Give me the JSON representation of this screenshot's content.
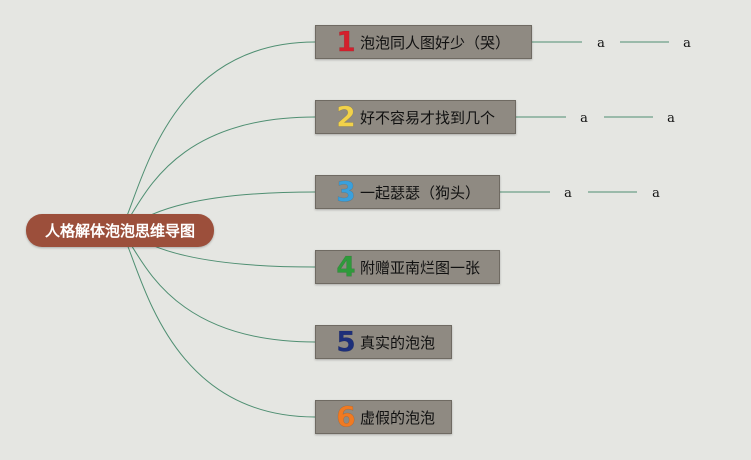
{
  "root": {
    "label": "人格解体泡泡思维导图",
    "color": "#9c4f3b"
  },
  "branches": [
    {
      "number": "1",
      "number_color": "#d3202d",
      "label": "泡泡同人图好少（哭）",
      "children": [
        "a",
        "a"
      ]
    },
    {
      "number": "2",
      "number_color": "#f2d24a",
      "label": "好不容易才找到几个",
      "children": [
        "a",
        "a"
      ]
    },
    {
      "number": "3",
      "number_color": "#3aa0dc",
      "label": "一起瑟瑟（狗头）",
      "children": [
        "a",
        "a"
      ]
    },
    {
      "number": "4",
      "number_color": "#2e9a3b",
      "label": "附赠亚南烂图一张",
      "children": []
    },
    {
      "number": "5",
      "number_color": "#1d2f7a",
      "label": "真实的泡泡",
      "children": []
    },
    {
      "number": "6",
      "number_color": "#f07a22",
      "label": "虚假的泡泡",
      "children": []
    }
  ],
  "colors": {
    "background": "#e5e6e2",
    "node_fill": "#8f8a82",
    "link": "#4f8f72"
  }
}
